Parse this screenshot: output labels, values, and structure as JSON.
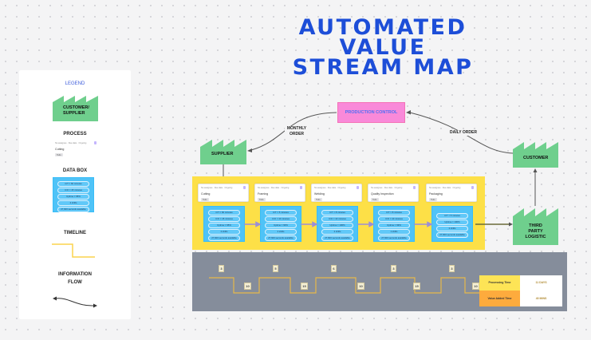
{
  "title": {
    "line1": "AUTOMATED",
    "line2": "VALUE",
    "line3": "STREAM MAP"
  },
  "colors": {
    "title": "#1d4ed8",
    "factory": "#6fcf8d",
    "production_control": "#f989d9",
    "process_band": "#fde047",
    "data_box": "#4fc3f7",
    "timeline_band": "#858d9b",
    "timeline_line": "#e6b84a",
    "processing_time_cell": "#fde456",
    "value_added_cell": "#fdab3d"
  },
  "legend": {
    "title": "LEGEND",
    "factory_label_line1": "CUSTOMER/",
    "factory_label_line2": "SUPPLIER",
    "process_label": "PROCESS",
    "process_sample": {
      "meta": "No assignee  ·  Due date  ·  Ongoing",
      "name": "Cutting",
      "tag": "Todo"
    },
    "data_box_label": "DATA BOX",
    "data_box_rows": [
      "C/T = 60 minutes",
      "C/O = 15 minutes",
      "Uptime = 95%",
      "2 shifts",
      "27,600 seconds available"
    ],
    "timeline_label": "TIMELINE",
    "info_flow_label_line1": "INFORMATION",
    "info_flow_label_line2": "FLOW"
  },
  "diagram": {
    "production_control": "PRODUCTION CONTROL",
    "monthly_order_line1": "MONTHLY",
    "monthly_order_line2": "ORDER",
    "daily_order": "DAILY ORDER",
    "supplier": "SUPPLIER",
    "customer": "CUSTOMER",
    "third_party_line1": "THIRD",
    "third_party_line2": "PARTY",
    "third_party_line3": "LOGISTIC",
    "processes": [
      {
        "meta": "No assignee  ·  Due date  ·  Ongoing",
        "name": "Cutting",
        "tag": "Todo",
        "data": [
          "C/T = 60 minutes",
          "C/O = 15 minutes",
          "Uptime = 95%",
          "2 shifts",
          "27,600 seconds available"
        ]
      },
      {
        "meta": "No assignee  ·  Due date  ·  Ongoing",
        "name": "Framing",
        "tag": "Todo",
        "data": [
          "C/T = 5 minutes",
          "C/O = 10 minutes",
          "Uptime = 90%",
          "2 shifts",
          "27,600 seconds available"
        ]
      },
      {
        "meta": "No assignee  ·  Due date  ·  Ongoing",
        "name": "Welding",
        "tag": "Todo",
        "data": [
          "C/T = 8 minutes",
          "C/O = 10 minutes",
          "Uptime = 100%",
          "2 shifts",
          "27,600 seconds available"
        ]
      },
      {
        "meta": "No assignee  ·  Due date  ·  Ongoing",
        "name": "Quality Inspection",
        "tag": "Todo",
        "data": [
          "C/T = 8 minutes",
          "C/O = 10 minutes",
          "Uptime = 99%",
          "1 shifts",
          "27,600 seconds available"
        ]
      },
      {
        "meta": "No assignee  ·  Due date  ·  Ongoing",
        "name": "Packaging",
        "tag": "Todo",
        "data": [
          "C/T = 5 minutes",
          "Uptime = 100%",
          "2 shifts",
          "27,600 seconds available"
        ]
      }
    ]
  },
  "timeline": {
    "upper_values": [
      "3",
      "5",
      "6",
      "3",
      "3"
    ],
    "lower_values": [
      "10",
      "15",
      "10",
      "15",
      "10"
    ],
    "summary": {
      "processing_label": "Processing Time",
      "processing_value": "11 DAYS",
      "value_added_label": "Value Added Time",
      "value_added_value": "40 MINS"
    }
  }
}
